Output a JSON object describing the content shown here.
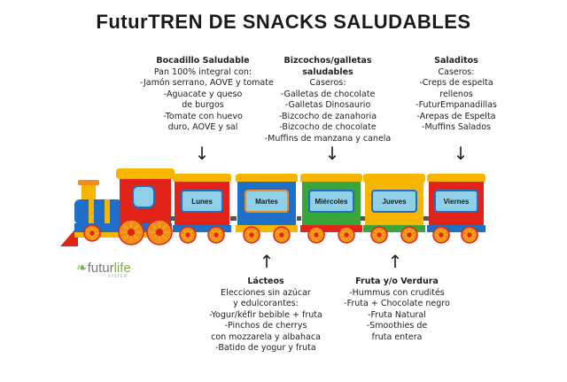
{
  "title": "FuturTREN DE SNACKS SALUDABLES",
  "top_blocks": [
    {
      "heading": "Bocadillo Saludable",
      "lines": [
        "Pan 100% integral con:",
        "-Jamón serrano, AOVE y tomate",
        "-Aguacate y queso",
        "de burgos",
        "-Tomate con huevo",
        "duro, AOVE y sal"
      ]
    },
    {
      "heading": "Bizcochos/galletas",
      "heading2": "saludables",
      "lines": [
        "Caseros:",
        "-Galletas de chocolate",
        "-Galletas Dinosaurio",
        "-Bizcocho de zanahoria",
        "-Bizcocho de chocolate",
        "-Muffins de manzana y canela"
      ]
    },
    {
      "heading": "Saladitos",
      "lines": [
        "Caseros:",
        "-Creps de espelta",
        "rellenos",
        "-FuturEmpanadillas",
        "-Arepas de Espelta",
        "-Muffins Salados"
      ]
    }
  ],
  "bottom_blocks": [
    {
      "heading": "Lácteos",
      "lines": [
        "Elecciones sin azúcar",
        "y edulcorantes:",
        "-Yogur/kéfir bebible + fruta",
        "-Pinchos de cherrys",
        "con mozzarela y albahaca",
        "-Batido de yogur y fruta"
      ]
    },
    {
      "heading": "Fruta y/o Verdura",
      "lines": [
        "-Hummus con crudités",
        "-Fruta + Chocolate negro",
        "-Fruta Natural",
        "-Smoothies de",
        "fruta entera"
      ]
    }
  ],
  "days": [
    "Lunes",
    "Martes",
    "Miércoles",
    "Jueves",
    "Viernes"
  ],
  "logo": {
    "text_a": "futur",
    "text_b": "life",
    "sub": "SYSTEM"
  },
  "colors": {
    "red": "#e2231a",
    "yellow": "#f7b500",
    "blue": "#1f6fc6",
    "green": "#3aa63a",
    "orange": "#f28c1c",
    "label_bg": "#8fd0e8"
  },
  "arrow_icon": "down-arrow-icon"
}
